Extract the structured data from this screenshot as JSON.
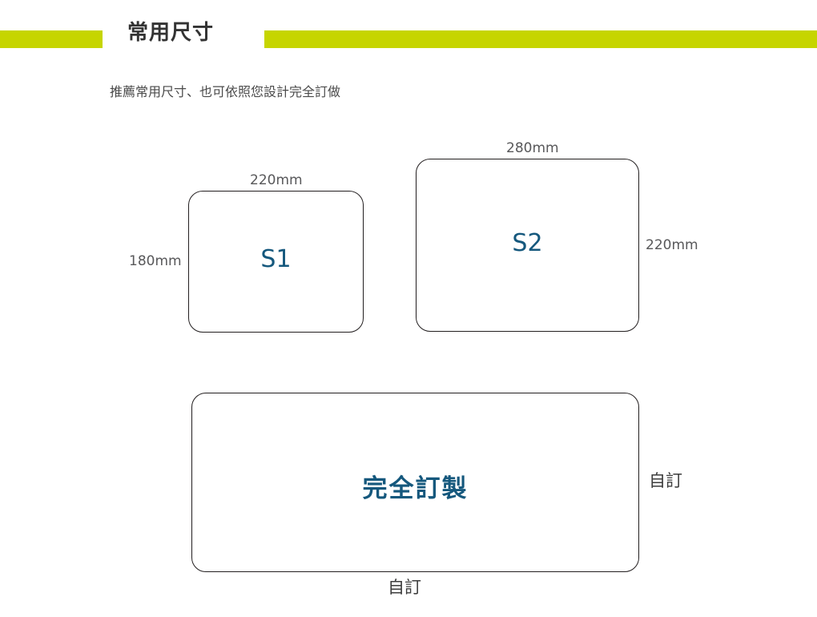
{
  "header": {
    "title": "常用尺寸",
    "band_color": "#c6d500",
    "title_color": "#333333"
  },
  "subtitle": "推薦常用尺寸、也可依照您設計完全訂做",
  "theme": {
    "accent_green": "#c6d500",
    "label_blue": "#15587d",
    "dimension_gray": "#58585a",
    "outline": "#231f20"
  },
  "sizes": [
    {
      "id": "s1",
      "caption": "S1",
      "width_label": "220mm",
      "height_label": "180mm"
    },
    {
      "id": "s2",
      "caption": "S2",
      "width_label": "280mm",
      "height_label": "220mm"
    },
    {
      "id": "custom",
      "caption": "完全訂製",
      "width_label": "自訂",
      "height_label": "自訂"
    }
  ]
}
